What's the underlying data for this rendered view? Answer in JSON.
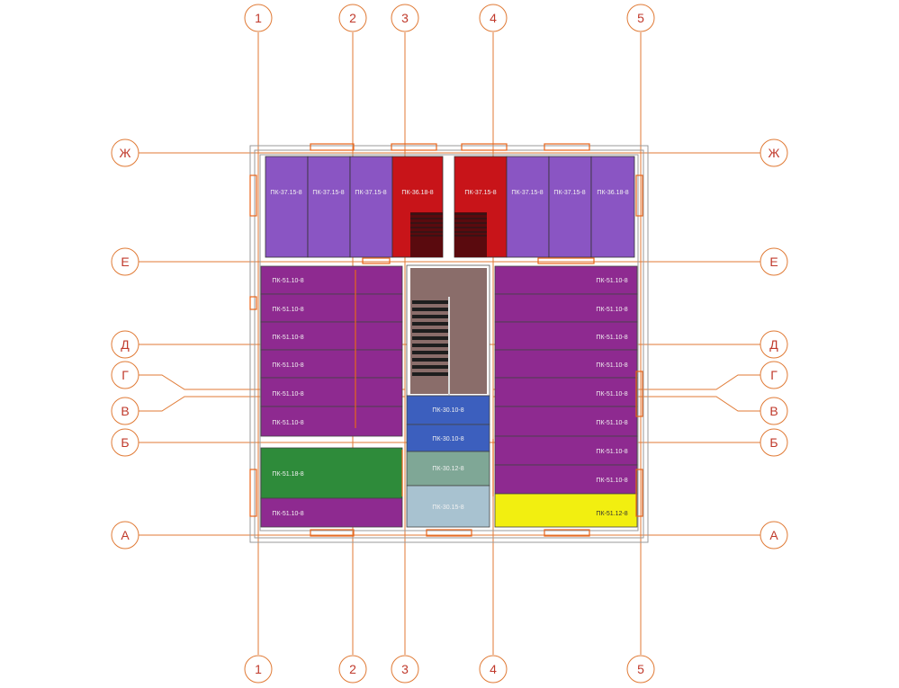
{
  "axes": {
    "vertical": [
      "1",
      "2",
      "3",
      "4",
      "5"
    ],
    "horizontal": [
      "Ж",
      "Е",
      "Д",
      "Г",
      "В",
      "Б",
      "А"
    ]
  },
  "slabs": {
    "top_left_1": "ПК-37.15-8",
    "top_left_2": "ПК-37.15-8",
    "top_left_3": "ПК-37.15-8",
    "top_red_left": "ПК-36.18-8",
    "top_red_right": "ПК-37.15-8",
    "top_right_1": "ПК-37.15-8",
    "top_right_2": "ПК-37.15-8",
    "top_right_3": "ПК-36.18-8",
    "left_rows": [
      "ПК-51.10-8",
      "ПК-51.10-8",
      "ПК-51.10-8",
      "ПК-51.10-8",
      "ПК-51.10-8",
      "ПК-51.10-8"
    ],
    "left_green": "ПК-51.18-8",
    "left_bottom": "ПК-51.10-8",
    "right_rows": [
      "ПК-51.10-8",
      "ПК-51.10-8",
      "ПК-51.10-8",
      "ПК-51.10-8",
      "ПК-51.10-8",
      "ПК-51.10-8",
      "ПК-51.10-8",
      "ПК-51.10-8"
    ],
    "right_yellow": "ПК-51.12-8",
    "center_blue_1": "ПК-30.10-8",
    "center_blue_2": "ПК-30.10-8",
    "center_teal": "ПК-30.12-8",
    "center_light": "ПК-30.15-8"
  },
  "colors": {
    "axis_line": "#e07a35",
    "axis_text": "#c0392b",
    "slab_violet": "#8a55c3",
    "slab_purple": "#8e2a90",
    "slab_red": "#c81419",
    "slab_blue": "#3c5fbe",
    "slab_teal": "#7fa796",
    "slab_light": "#a8c2d0",
    "slab_green": "#2e8b3a",
    "slab_yellow": "#f2ef10",
    "stair_bg": "#8a6d6a",
    "opening": "#e8651a"
  }
}
